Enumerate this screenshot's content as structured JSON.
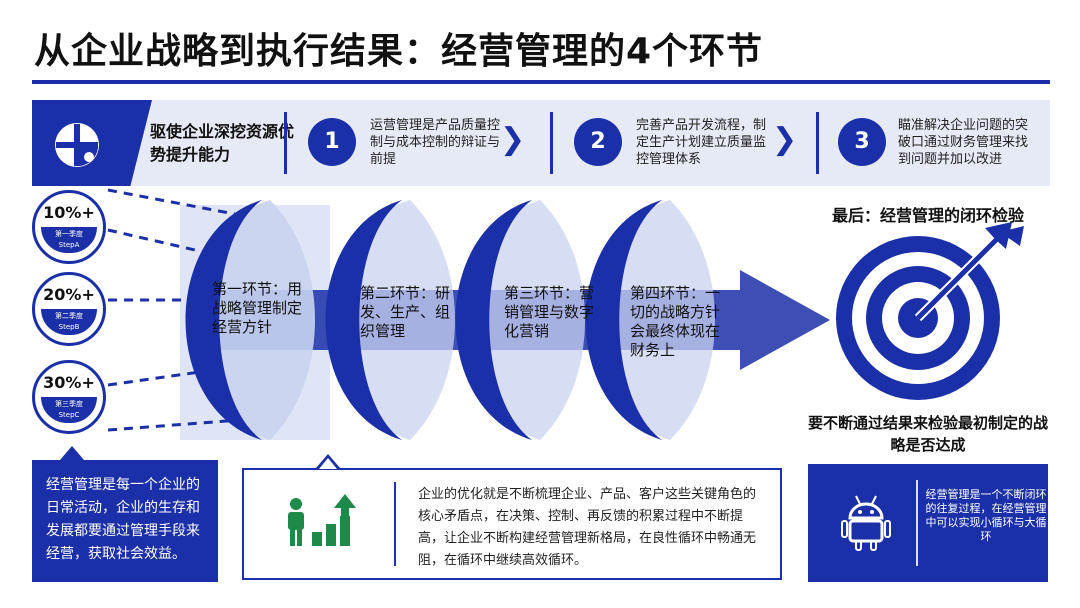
{
  "title": "从企业战略到执行结果：经营管理的4个环节",
  "banner": {
    "lead": "驱使企业深挖资源优势提升能力",
    "steps": [
      {
        "num": "1",
        "text": "运营管理是产品质量控制与成本控制的辩证与前提"
      },
      {
        "num": "2",
        "text": "完善产品开发流程，制定生产计划建立质量监控管理体系"
      },
      {
        "num": "3",
        "text": "瞄准解决企业问题的突破口通过财务管理来找到问题并加以改进"
      }
    ],
    "chevron": "❯"
  },
  "badges": [
    {
      "pct": "10%+",
      "sub1": "第一季度",
      "sub2": "StepA"
    },
    {
      "pct": "20%+",
      "sub1": "第二季度",
      "sub2": "StepB"
    },
    {
      "pct": "30%+",
      "sub1": "第三季度",
      "sub2": "StepC"
    }
  ],
  "stages": [
    "第一环节：用战略管理制定经营方针",
    "第二环节：研发、生产、组织管理",
    "第三环节：营销管理与数字化营销",
    "第四环节：一切的战略方针会最终体现在财务上"
  ],
  "target": {
    "title": "最后：经营管理的闭环检验",
    "caption": "要不断通过结果来检验最初制定的战略是否达成"
  },
  "boxes": {
    "left": "经营管理是每一个企业的日常活动，企业的生存和发展都要通过管理手段来经营，获取社会效益。",
    "middle": "企业的优化就是不断梳理企业、产品、客户这些关键角色的核心矛盾点，在决策、控制、再反馈的积累过程中不断提高，让企业不断构建经营管理新格局，在良性循环中畅通无阻，在循环中继续高效循环。",
    "right": "经营管理是一个不断闭环的往复过程，在经营管理中可以实现小循环与大循环"
  },
  "colors": {
    "primary": "#1b2fa8",
    "light": "#c9d3f0",
    "banner_bg": "#e6eaf6"
  },
  "icons": [
    "logo-icon",
    "target-icon",
    "growth-chart-icon",
    "android-robot-icon"
  ]
}
